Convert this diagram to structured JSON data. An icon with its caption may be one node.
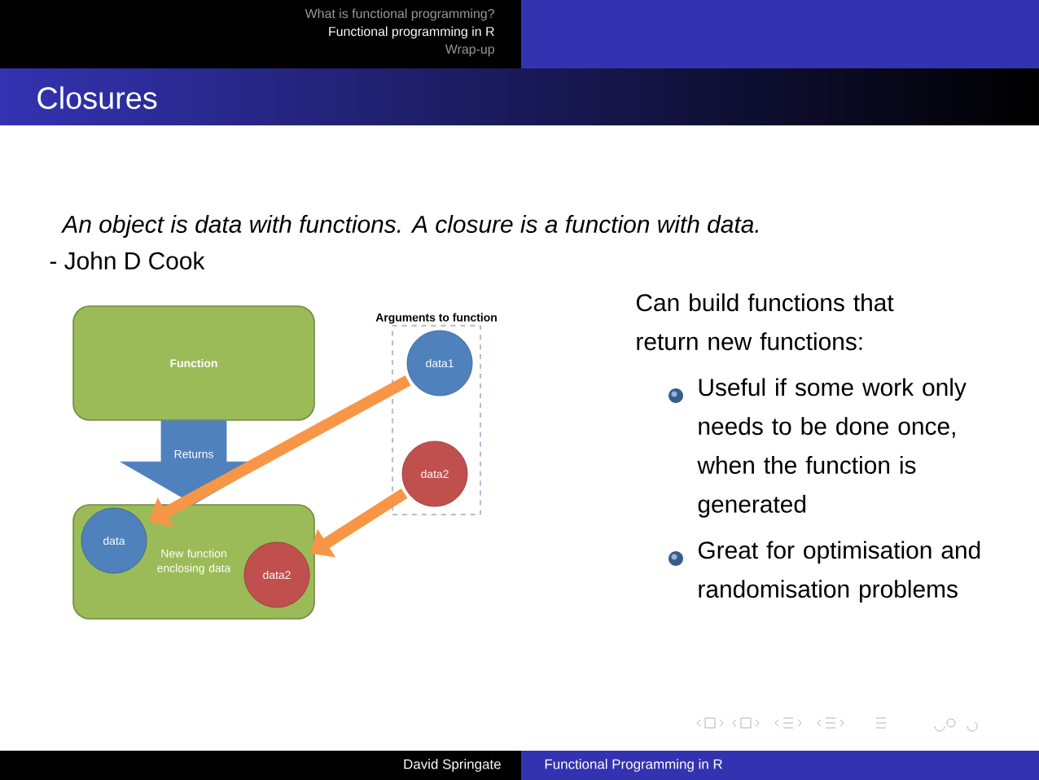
{
  "diagram": {
    "title": "Closures",
    "nodes": [
      {
        "text": [
          "Function"
        ]
      },
      {
        "text": [
          "Arguments to function"
        ]
      },
      {
        "text": [
          "data1"
        ],
        "in": 1
      },
      {
        "text": [
          "data2"
        ],
        "in": 1
      },
      {
        "text": [
          "New function enclosing data"
        ]
      },
      {
        "text": [
          "data"
        ],
        "in": 4
      },
      {
        "text": [
          "data2"
        ],
        "in": 4
      }
    ],
    "edges": [
      {
        "from": 0,
        "to": 4,
        "arrow": "to",
        "label": "Returns",
        "style": "thick",
        "color": "#4f81bd"
      },
      {
        "from": 2,
        "to": 5,
        "arrow": "to"
      },
      {
        "from": 3,
        "to": 6,
        "arrow": "to"
      }
    ],
    "labels": [
      "What is functional programming?",
      "Functional programming in R",
      "Wrap-up",
      "An object is data with functions. A closure is a function with data.",
      "- John D Cook",
      "Can build functions that return new functions:",
      "Useful if some work only needs to be done once, when the function is generated",
      "Great for optimisation and randomisation problems",
      "David Springate",
      "Functional Programming in R"
    ]
  }
}
